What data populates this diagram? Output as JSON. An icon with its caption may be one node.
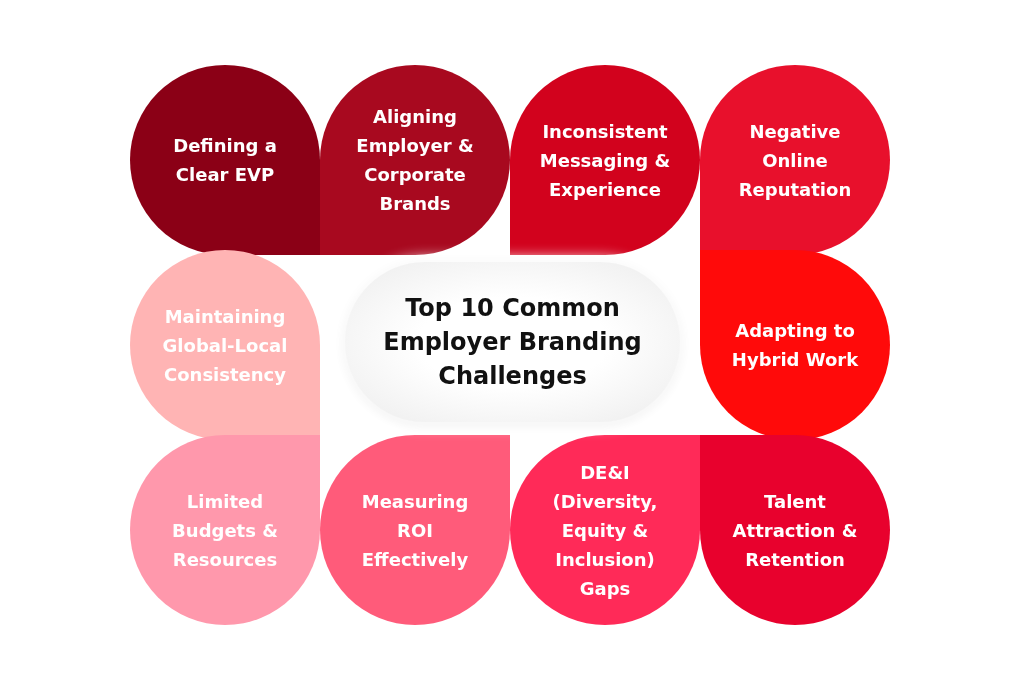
{
  "diagram": {
    "nodes": [
      {
        "text": [
          "Top 10 Common Employer Branding Challenges"
        ]
      },
      {
        "text": [
          "Defining a Clear EVP"
        ]
      },
      {
        "text": [
          "Aligning Employer & Corporate Brands"
        ]
      },
      {
        "text": [
          "Inconsistent Messaging & Experience"
        ]
      },
      {
        "text": [
          "Negative Online Reputation"
        ]
      },
      {
        "text": [
          "Maintaining Global-Local Consistency"
        ]
      },
      {
        "text": [
          "Adapting to Hybrid Work"
        ]
      },
      {
        "text": [
          "Limited Budgets & Resources"
        ]
      },
      {
        "text": [
          "Measuring ROI Effectively"
        ]
      },
      {
        "text": [
          "DE&I (Diversity, Equity & Inclusion) Gaps"
        ]
      },
      {
        "text": [
          "Talent Attraction & Retention"
        ]
      }
    ]
  }
}
